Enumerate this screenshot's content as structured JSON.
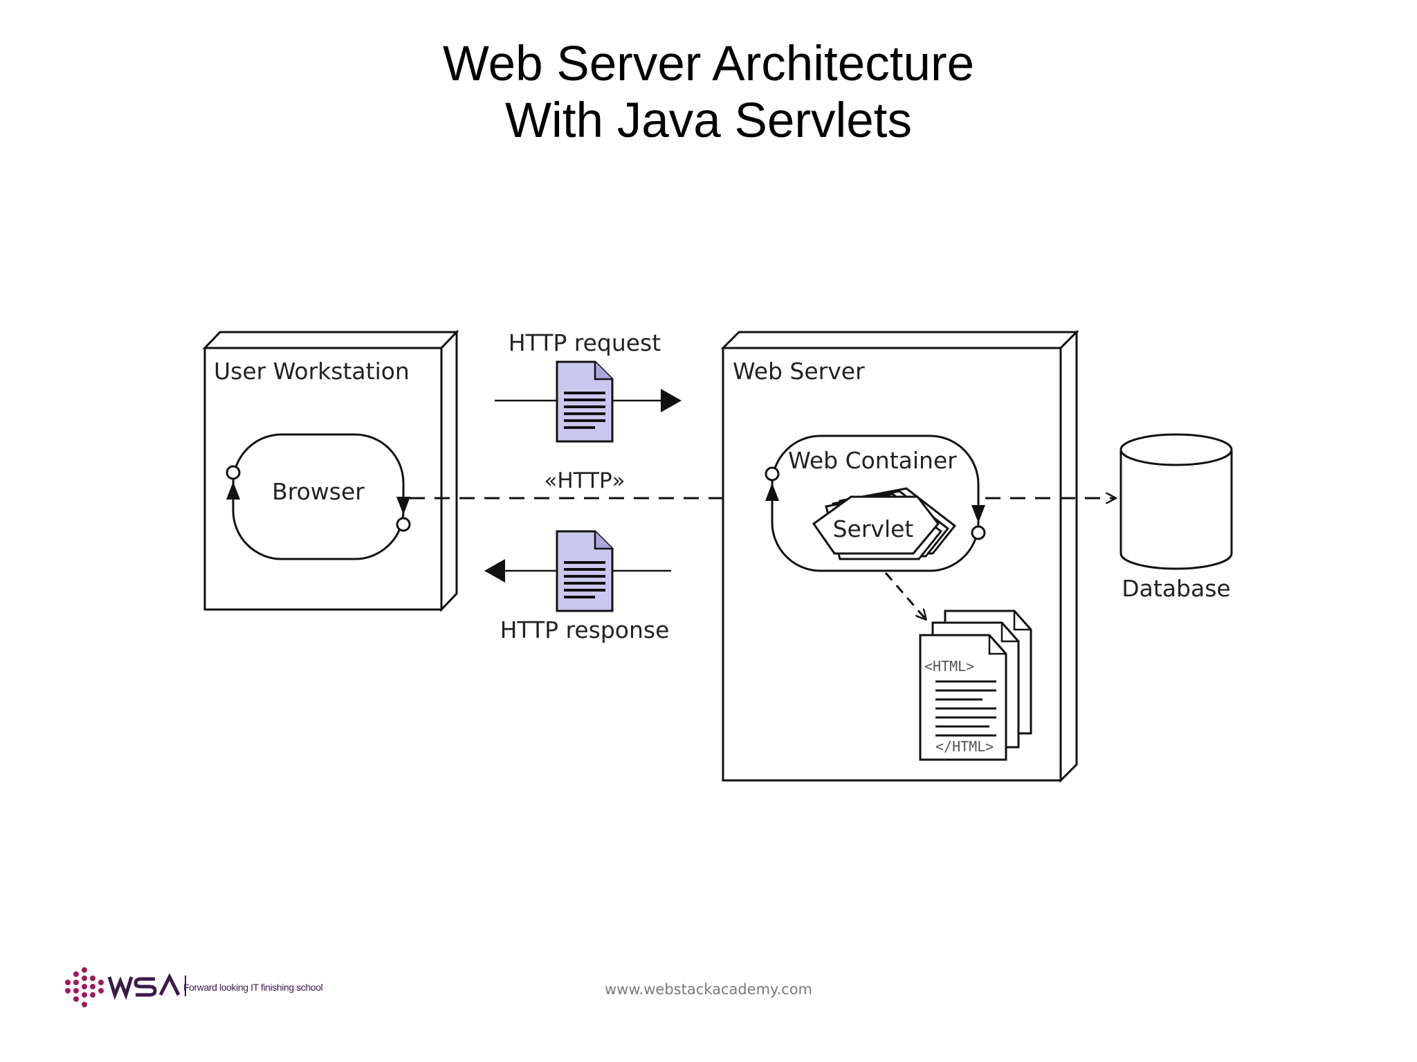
{
  "slide": {
    "title_line1": "Web Server Architecture",
    "title_line2": "With Java Servlets"
  },
  "diagram": {
    "user_workstation": "User Workstation",
    "browser": "Browser",
    "http_request": "HTTP request",
    "http_protocol": "«HTTP»",
    "http_response": "HTTP response",
    "web_server": "Web Server",
    "web_container": "Web Container",
    "servlet": "Servlet",
    "html_open": "<HTML>",
    "html_close": "</HTML>",
    "database": "Database",
    "document_color": "#c9c9ef"
  },
  "footer": {
    "url": "www.webstackacademy.com",
    "logo_text": "WSA",
    "tagline": "Forward looking IT finishing school",
    "brand_color": "#a2185b"
  }
}
